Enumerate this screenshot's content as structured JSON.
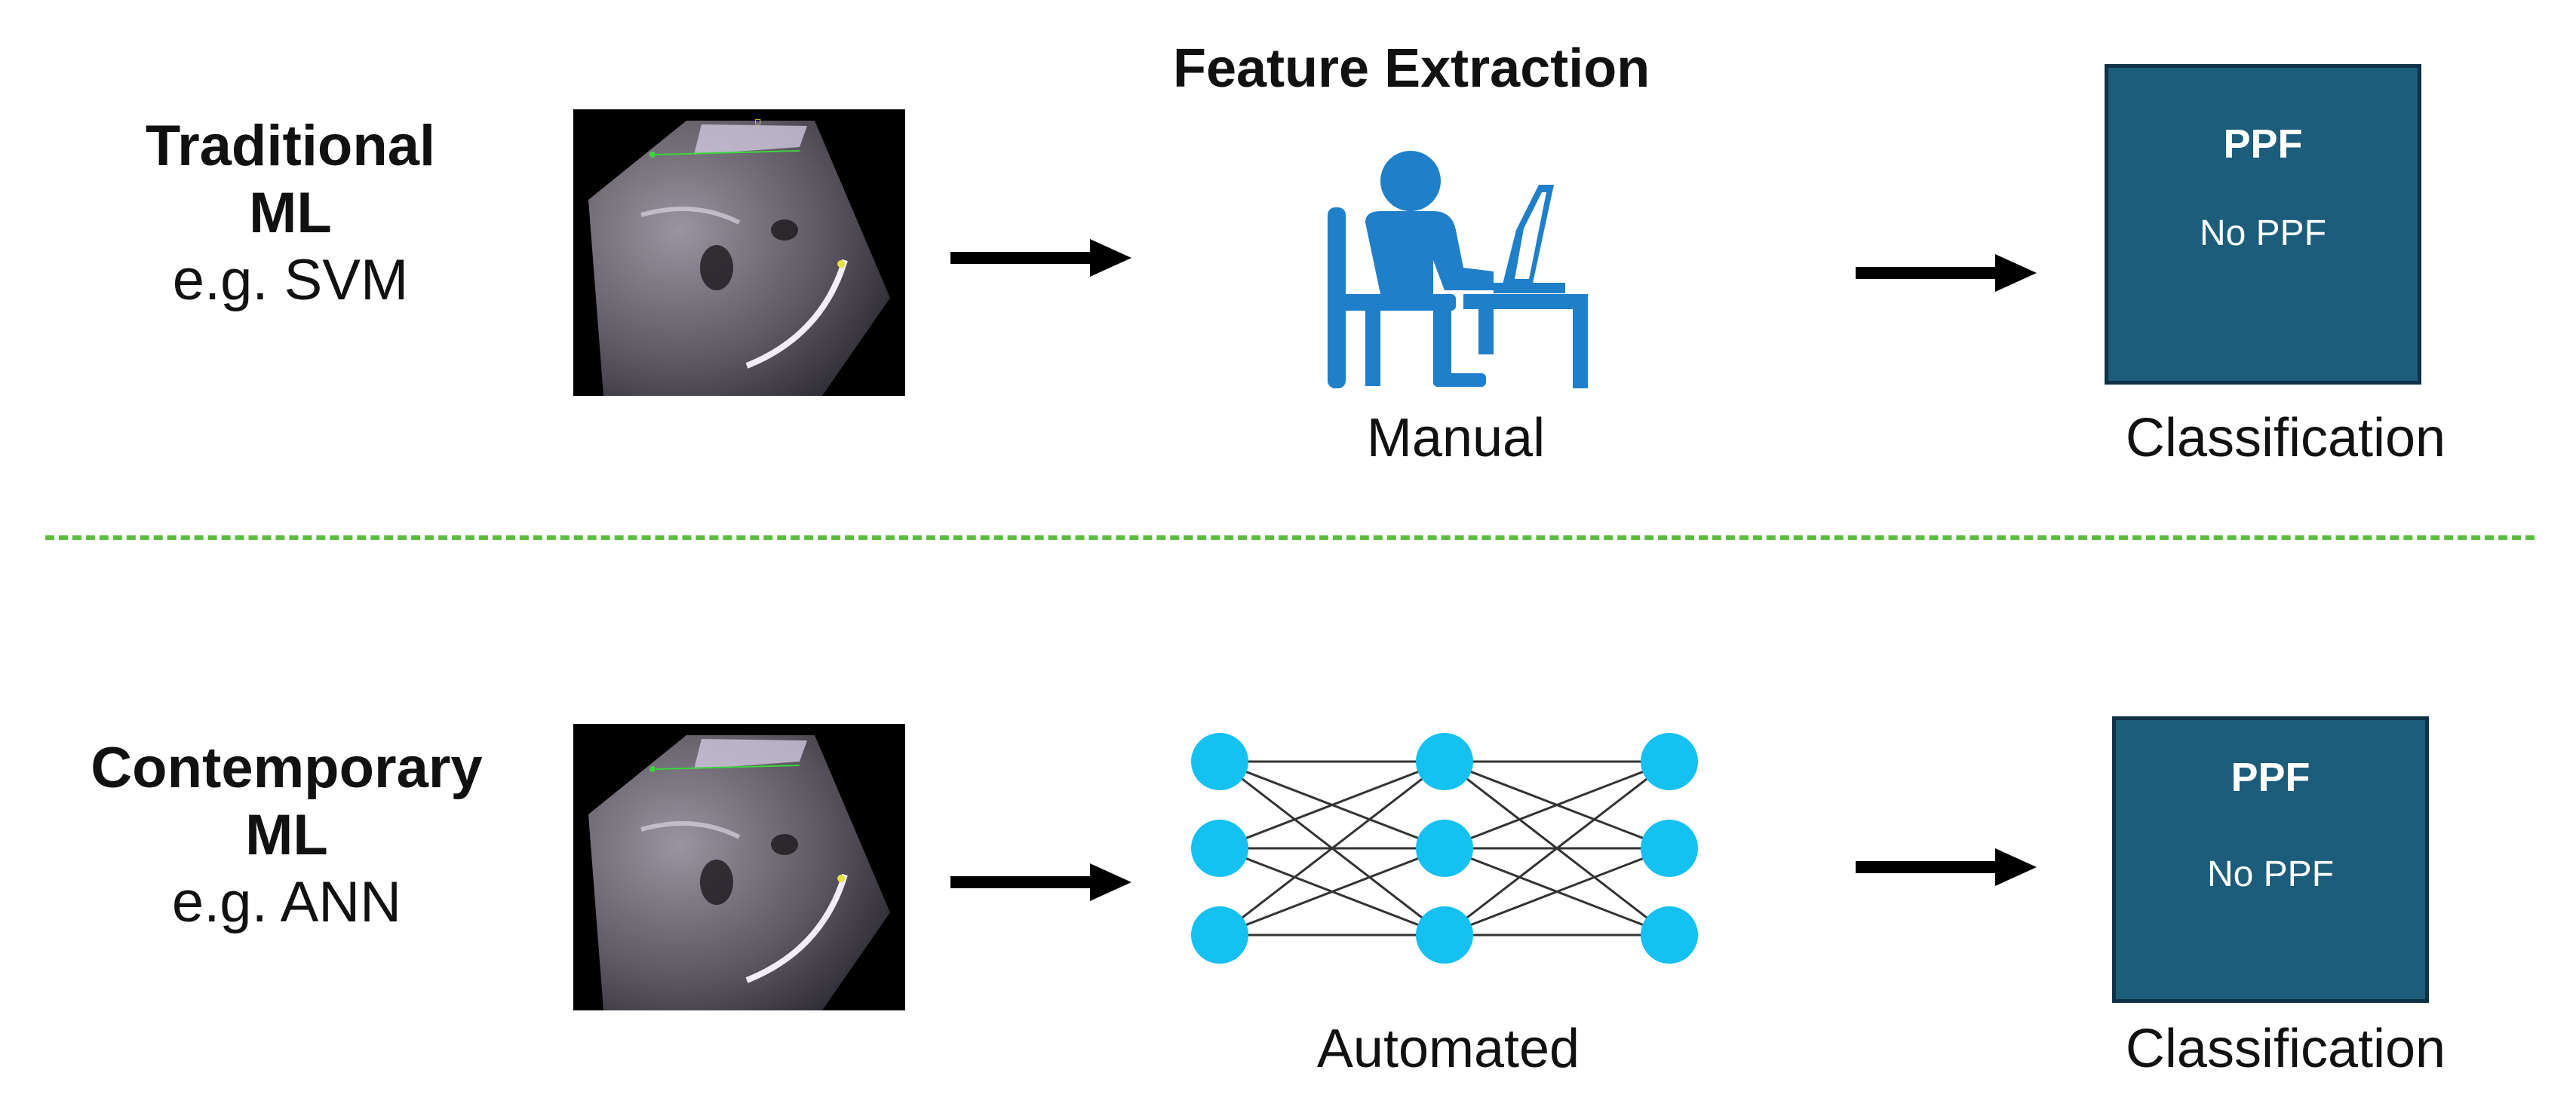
{
  "top_row": {
    "label_line1": "Traditional",
    "label_line2": "ML",
    "label_eg": "e.g. SVM",
    "step_title": "Feature Extraction",
    "step_caption": "Manual",
    "step_icon": "person-at-laptop-icon",
    "class_box": {
      "label1": "PPF",
      "label2": "No PPF"
    },
    "class_caption": "Classification"
  },
  "bottom_row": {
    "label_line1": "Contemporary",
    "label_line2": "ML",
    "label_eg": "e.g. ANN",
    "step_caption": "Automated",
    "step_icon": "neural-network-icon",
    "class_box": {
      "label1": "PPF",
      "label2": "No PPF"
    },
    "class_caption": "Classification"
  },
  "colors": {
    "box_fill": "#1b5d7b",
    "person_icon": "#1f7fc9",
    "nodes": "#14c1f1",
    "divider": "#5bbd3d"
  }
}
